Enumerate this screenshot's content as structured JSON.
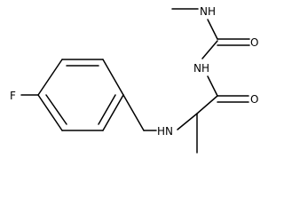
{
  "molecule": {
    "atoms": [
      {
        "id": "f",
        "label": "F"
      },
      {
        "id": "nh_amine",
        "label": "HN"
      },
      {
        "id": "nh_urea",
        "label": "NH"
      },
      {
        "id": "nh_methyl",
        "label": "NH"
      },
      {
        "id": "o_urea",
        "label": "O"
      },
      {
        "id": "o_amide",
        "label": "O"
      }
    ],
    "colors": {
      "ink": "#000000",
      "background": "#ffffff"
    }
  }
}
